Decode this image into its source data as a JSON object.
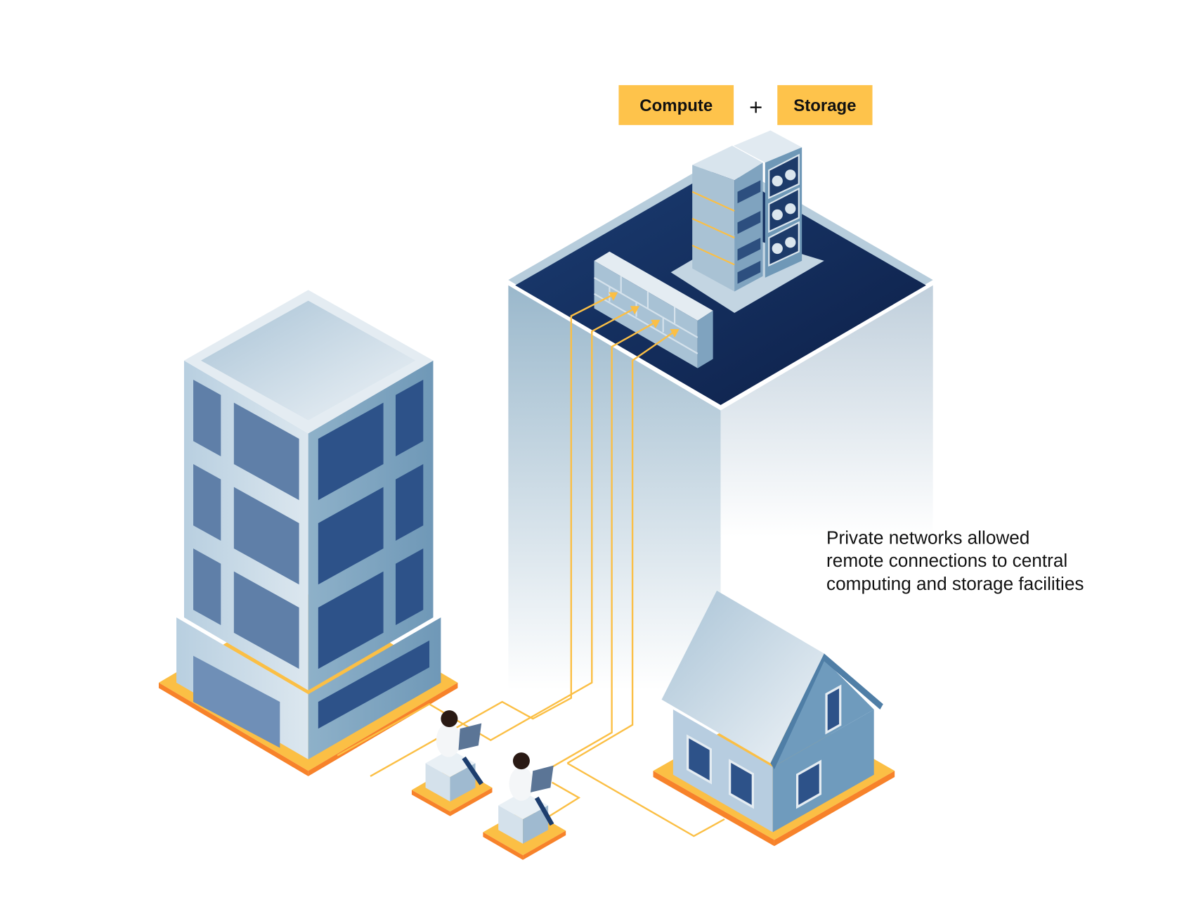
{
  "labels": {
    "compute": "Compute",
    "plus": "+",
    "storage": "Storage"
  },
  "caption": {
    "lines": [
      "Private networks allowed",
      "remote connections to central",
      "computing and storage facilities"
    ]
  },
  "colors": {
    "label_bg": "#fec34b",
    "platform_top": "#112a5a",
    "accent_orange": "#f7822a",
    "wire": "#fbbf45",
    "building_light": "#c9d9e5",
    "building_window": "#3f6595"
  }
}
